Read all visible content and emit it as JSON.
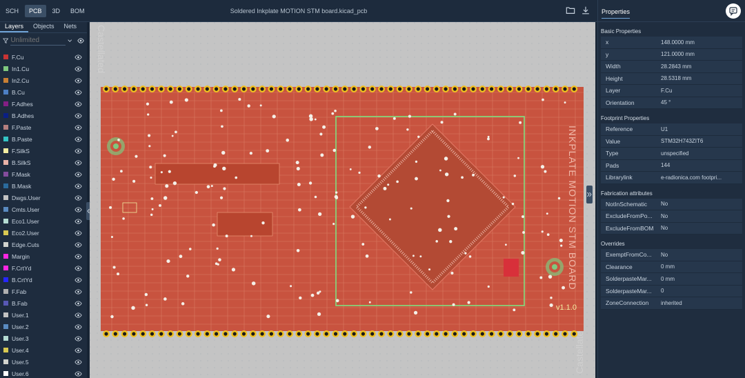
{
  "topbar": {
    "tabs": [
      {
        "label": "SCH",
        "active": false
      },
      {
        "label": "PCB",
        "active": true
      },
      {
        "label": "3D",
        "active": false
      },
      {
        "label": "BOM",
        "active": false
      }
    ],
    "title": "Soldered Inkplate MOTION STM board.kicad_pcb",
    "icons": [
      "folder-icon",
      "download-icon"
    ]
  },
  "left_panel": {
    "tabs": [
      "Layers",
      "Objects",
      "Nets"
    ],
    "active_tab": "Layers",
    "filter_placeholder": "Unlimited",
    "layers": [
      {
        "name": "F.Cu",
        "color": "#c83434"
      },
      {
        "name": "In1.Cu",
        "color": "#7fc87f"
      },
      {
        "name": "In2.Cu",
        "color": "#c87f34"
      },
      {
        "name": "B.Cu",
        "color": "#4d7fc4"
      },
      {
        "name": "F.Adhes",
        "color": "#841f84"
      },
      {
        "name": "B.Adhes",
        "color": "#0a1f84"
      },
      {
        "name": "F.Paste",
        "color": "#b47f7f"
      },
      {
        "name": "B.Paste",
        "color": "#34c4c4"
      },
      {
        "name": "F.SilkS",
        "color": "#f2eda1"
      },
      {
        "name": "B.SilkS",
        "color": "#e8b2a7"
      },
      {
        "name": "F.Mask",
        "color": "#844c9c"
      },
      {
        "name": "B.Mask",
        "color": "#2a6a9c"
      },
      {
        "name": "Dwgs.User",
        "color": "#c2c2c2"
      },
      {
        "name": "Cmts.User",
        "color": "#598ac0"
      },
      {
        "name": "Eco1.User",
        "color": "#b4dbd2"
      },
      {
        "name": "Eco2.User",
        "color": "#d8c852"
      },
      {
        "name": "Edge.Cuts",
        "color": "#d0d2cd"
      },
      {
        "name": "Margin",
        "color": "#ff26e2"
      },
      {
        "name": "F.CrtYd",
        "color": "#ff26e2"
      },
      {
        "name": "B.CrtYd",
        "color": "#2626ff"
      },
      {
        "name": "F.Fab",
        "color": "#afafaf"
      },
      {
        "name": "B.Fab",
        "color": "#5858b4"
      },
      {
        "name": "User.1",
        "color": "#c2c2c2"
      },
      {
        "name": "User.2",
        "color": "#598ac0"
      },
      {
        "name": "User.3",
        "color": "#b4dbd2"
      },
      {
        "name": "User.4",
        "color": "#d8c852"
      },
      {
        "name": "User.5",
        "color": "#d0d2cd"
      },
      {
        "name": "User.6",
        "color": "#ffffff"
      }
    ]
  },
  "properties": {
    "title": "Properties",
    "sections": [
      {
        "heading": "Basic Properties",
        "rows": [
          {
            "key": "x",
            "value": "148.0000 mm"
          },
          {
            "key": "y",
            "value": "121.0000 mm"
          },
          {
            "key": "Width",
            "value": "28.2843 mm"
          },
          {
            "key": "Height",
            "value": "28.5318 mm"
          },
          {
            "key": "Layer",
            "value": "F.Cu"
          },
          {
            "key": "Orientation",
            "value": "45 °"
          }
        ]
      },
      {
        "heading": "Footprint Properties",
        "rows": [
          {
            "key": "Reference",
            "value": "U1"
          },
          {
            "key": "Value",
            "value": "STM32H743ZIT6"
          },
          {
            "key": "Type",
            "value": "unspecified"
          },
          {
            "key": "Pads",
            "value": "144"
          },
          {
            "key": "Librarylink",
            "value": "e-radionica.com footpri..."
          }
        ]
      },
      {
        "heading": "Fabrication attributes",
        "rows": [
          {
            "key": "NotInSchematic",
            "value": "No"
          },
          {
            "key": "ExcludeFromPo...",
            "value": "No"
          },
          {
            "key": "ExcludeFromBOM",
            "value": "No"
          }
        ]
      },
      {
        "heading": "Overrides",
        "rows": [
          {
            "key": "ExemptFromCo...",
            "value": "No"
          },
          {
            "key": "Clearance",
            "value": "0 mm"
          },
          {
            "key": "SolderpasteMar...",
            "value": "0 mm"
          },
          {
            "key": "SolderpasteMar...",
            "value": "0"
          },
          {
            "key": "ZoneConnection",
            "value": "inherited"
          }
        ]
      }
    ]
  },
  "board": {
    "silk_text": "INKPLATE MOTION STM BOARD",
    "version_text": "v1.1.0",
    "edge_text_top": "Castellated",
    "edge_text_bottom": "Castellated",
    "board_color": "#c8533f",
    "pad_color": "#f0c020",
    "highlight_color": "#7fe07f"
  }
}
